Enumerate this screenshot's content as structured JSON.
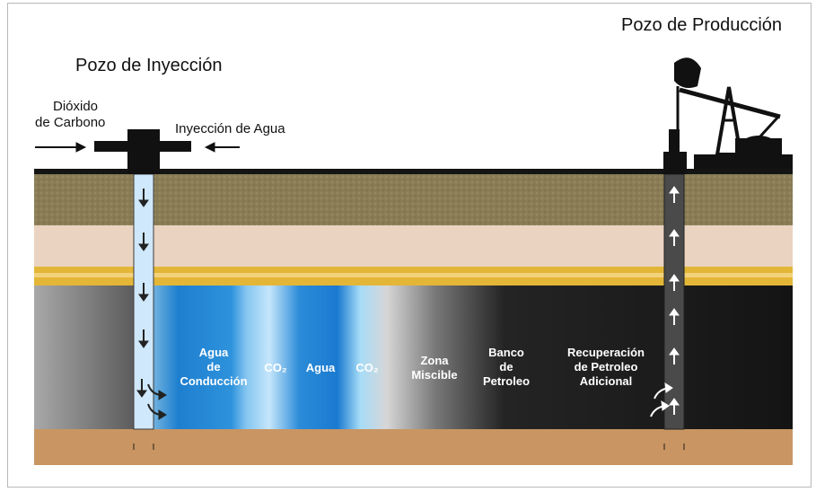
{
  "labels": {
    "injection_well": "Pozo de Inyección",
    "production_well": "Pozo de Producción",
    "co2_line1": "Dióxido",
    "co2_line2": "de Carbono",
    "water_injection": "Inyección de Agua"
  },
  "zones": [
    {
      "lines": [
        "Agua",
        "de",
        "Conducción"
      ]
    },
    {
      "lines": [
        "CO₂"
      ]
    },
    {
      "lines": [
        "Agua"
      ]
    },
    {
      "lines": [
        "CO₂"
      ]
    },
    {
      "lines": [
        "Zona",
        "Miscible"
      ]
    },
    {
      "lines": [
        "Banco",
        "de",
        "Petroleo"
      ]
    },
    {
      "lines": [
        "Recuperación",
        "de Petroleo",
        "Adicional"
      ]
    }
  ],
  "colors": {
    "ground": "#141414",
    "top_layer": "#8a7d56",
    "sand_layer": "#ead3c0",
    "thin_yellow": "#e2b233",
    "bottom_layer": "#c99563",
    "water_blue": "#2f8fd8",
    "co2_light": "#c8e6fb",
    "oil_black": "#1b1b1b"
  }
}
